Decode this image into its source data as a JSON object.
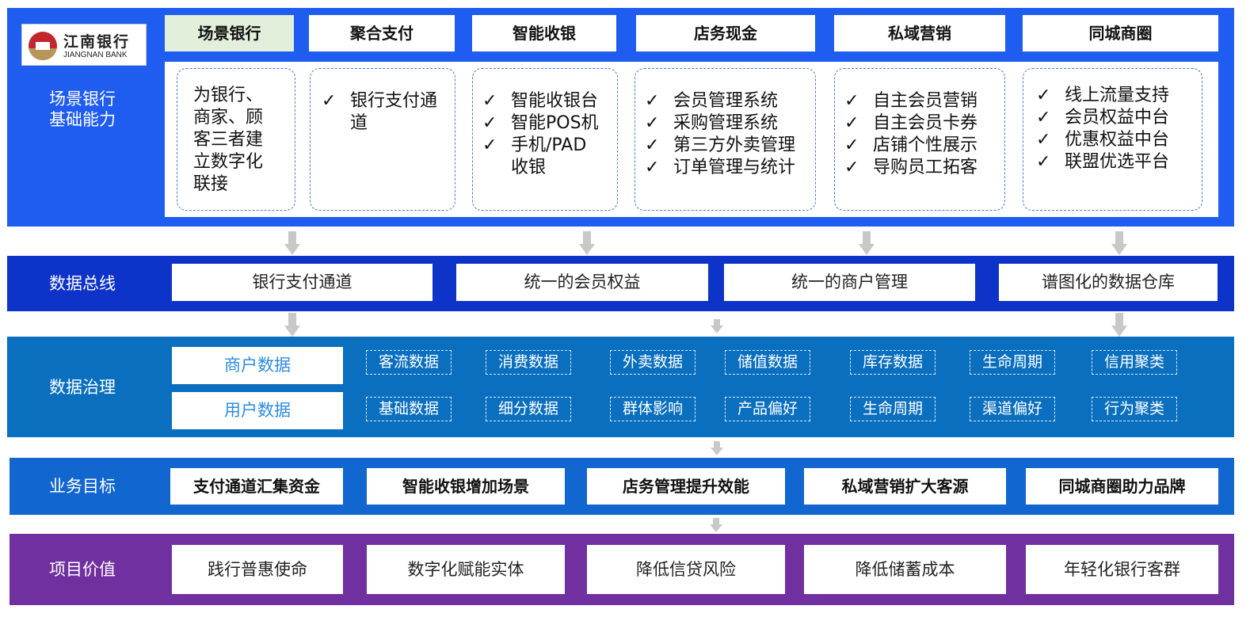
{
  "logo": {
    "cn": "江南银行",
    "en": "JIANGNAN BANK"
  },
  "sections": {
    "scene": "场景银行\n基础能力",
    "bus": "数据总线",
    "gov": "数据治理",
    "goal": "业务目标",
    "value": "项目价值"
  },
  "tabs": [
    "场景银行",
    "聚合支付",
    "智能收银",
    "店务现金",
    "私域营销",
    "同城商圈"
  ],
  "cards": {
    "intro": "为银行、\n商家、顾\n客三者建\n立数字化\n联接",
    "payment": [
      "银行支付通\n道"
    ],
    "cashier": [
      "智能收银台",
      "智能POS机",
      "手机/PAD\n收银"
    ],
    "store": [
      "会员管理系统",
      "采购管理系统",
      "第三方外卖管理",
      "订单管理与统计"
    ],
    "marketing": [
      "自主会员营销",
      "自主会员卡券",
      "店铺个性展示",
      "导购员工拓客"
    ],
    "district": [
      "线上流量支持",
      "会员权益中台",
      "优惠权益中台",
      "联盟优选平台"
    ]
  },
  "check_glyph": "✓",
  "bus_items": [
    "银行支付通道",
    "统一的会员权益",
    "统一的商户管理",
    "谱图化的数据仓库"
  ],
  "governance": {
    "merchant_label": "商户数据",
    "user_label": "用户数据",
    "merchant_chips": [
      "客流数据",
      "消费数据",
      "外卖数据",
      "储值数据",
      "库存数据",
      "生命周期",
      "信用聚类"
    ],
    "user_chips": [
      "基础数据",
      "细分数据",
      "群体影响",
      "产品偏好",
      "生命周期",
      "渠道偏好",
      "行为聚类"
    ]
  },
  "goals": [
    "支付通道汇集资金",
    "智能收银增加场景",
    "店务管理提升效能",
    "私域营销扩大客源",
    "同城商圈助力品牌"
  ],
  "values": [
    "践行普惠使命",
    "数字化赋能实体",
    "降低信贷风险",
    "降低储蓄成本",
    "年轻化银行客群"
  ],
  "colors": {
    "scene_band": "#1f5cf0",
    "bus_band": "#0d33c8",
    "gov_band": "#0a6fbe",
    "goal_band": "#1266d0",
    "value_band": "#7030a0",
    "active_tab": "#e2efda",
    "arrow": "#c8c8c8"
  }
}
